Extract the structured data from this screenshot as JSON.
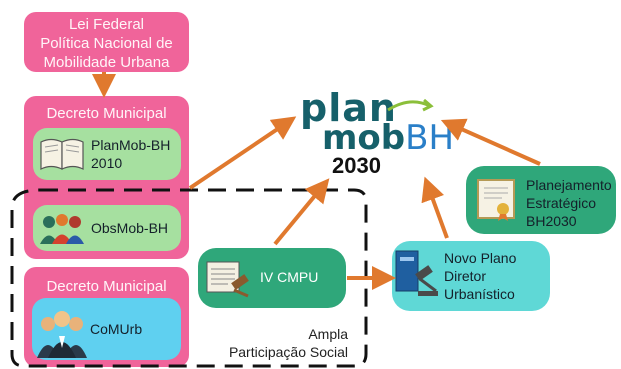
{
  "colors": {
    "pink": "#f0649a",
    "light_green": "#a6e0a0",
    "teal": "#2fa77a",
    "cyan": "#5fd8d6",
    "arrow_orange": "#e0792e",
    "logo_teal": "#16606a",
    "logo_blue": "#2a7fc8"
  },
  "top_box": {
    "lines": [
      "Lei Federal",
      "Política Nacional de",
      "Mobilidade Urbana"
    ]
  },
  "decreto1": {
    "label": "Decreto Municipal",
    "planmob_label_line1": "PlanMob-BH",
    "planmob_label_line2": "2010",
    "obsmob_label": "ObsMob-BH"
  },
  "decreto2": {
    "label": "Decreto Municipal",
    "comurb_label": "CoMUrb"
  },
  "logo": {
    "plan": "plan",
    "mob": "mob",
    "bh": "BH",
    "year": "2030"
  },
  "ivcmpu": {
    "label": "IV CMPU"
  },
  "plano_diretor": {
    "lines": [
      "Novo Plano",
      "Diretor",
      "Urbanístico"
    ]
  },
  "planejamento": {
    "lines": [
      "Planejamento",
      "Estratégico",
      "BH2030"
    ]
  },
  "participacao": {
    "line1": "Ampla",
    "line2": "Participação Social"
  }
}
